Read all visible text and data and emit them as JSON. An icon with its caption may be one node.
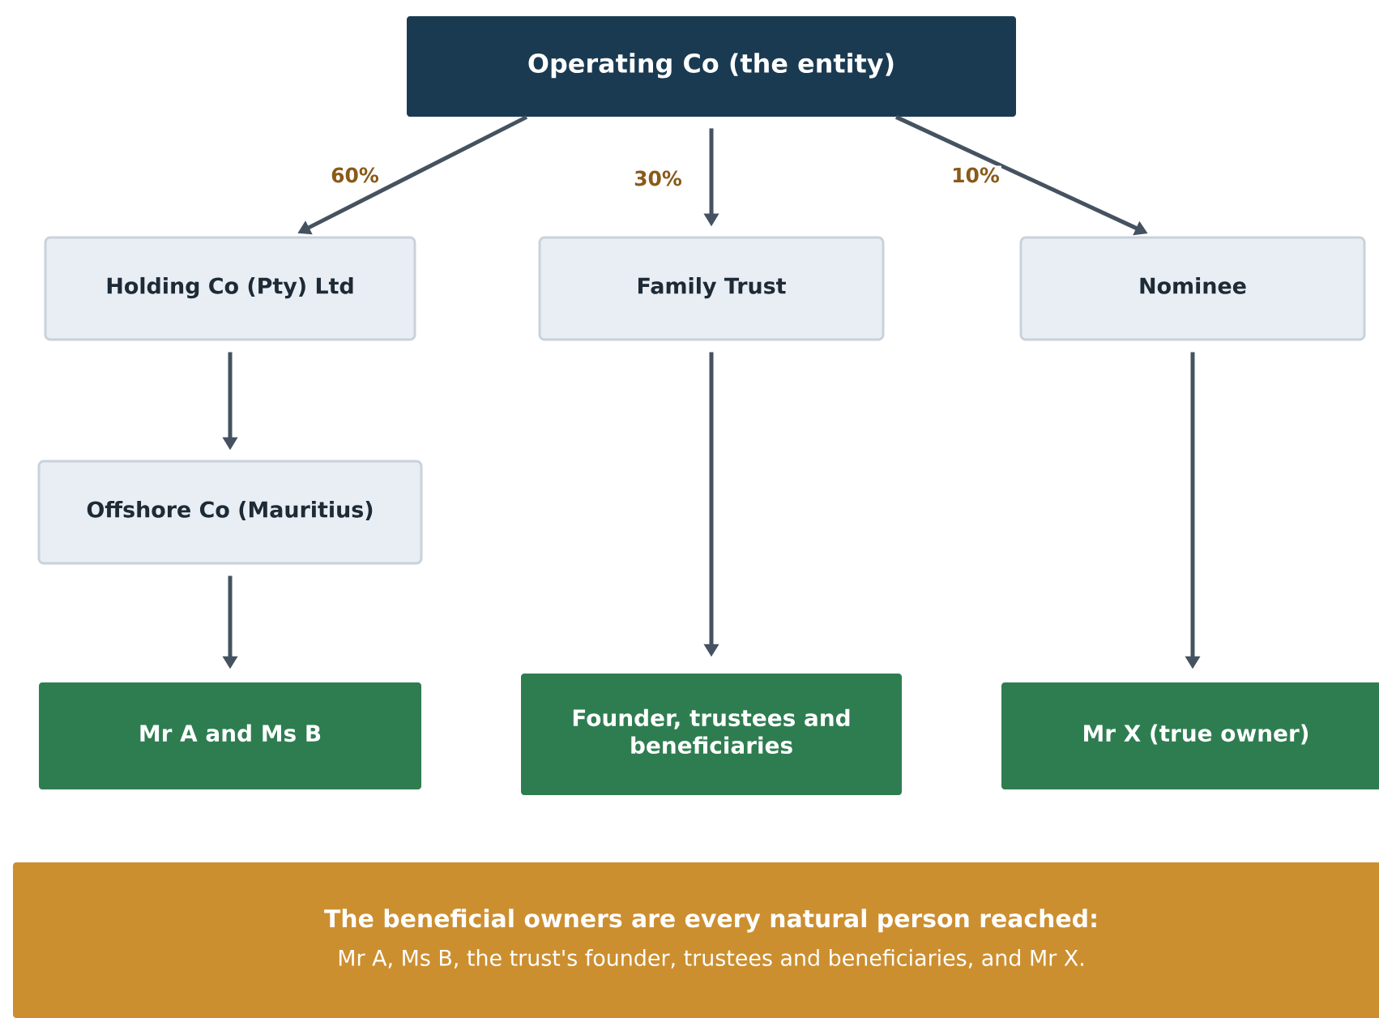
{
  "diagram": {
    "nodes": [
      {
        "text": [
          "Operating Co (the entity)"
        ]
      },
      {
        "text": [
          "Holding Co (Pty) Ltd"
        ]
      },
      {
        "text": [
          "Family Trust"
        ]
      },
      {
        "text": [
          "Nominee"
        ]
      },
      {
        "text": [
          "Offshore Co (Mauritius)"
        ]
      },
      {
        "text": [
          "Mr A and Ms B"
        ]
      },
      {
        "text": [
          "Founder, trustees and beneficiaries"
        ]
      },
      {
        "text": [
          "Mr X (true owner)"
        ]
      },
      {
        "text": [
          "The beneficial owners are every natural person reached:",
          "Mr A, Ms B, the trust's founder, trustees and beneficiaries, and Mr X."
        ]
      }
    ],
    "edges": [
      {
        "from": 0,
        "to": 1,
        "arrow": "to",
        "label": "60%"
      },
      {
        "from": 0,
        "to": 2,
        "arrow": "to",
        "label": "30%"
      },
      {
        "from": 0,
        "to": 3,
        "arrow": "to",
        "label": "10%"
      },
      {
        "from": 1,
        "to": 4,
        "arrow": "to"
      },
      {
        "from": 4,
        "to": 5,
        "arrow": "to"
      },
      {
        "from": 2,
        "to": 6,
        "arrow": "to"
      },
      {
        "from": 3,
        "to": 7,
        "arrow": "to"
      }
    ]
  }
}
